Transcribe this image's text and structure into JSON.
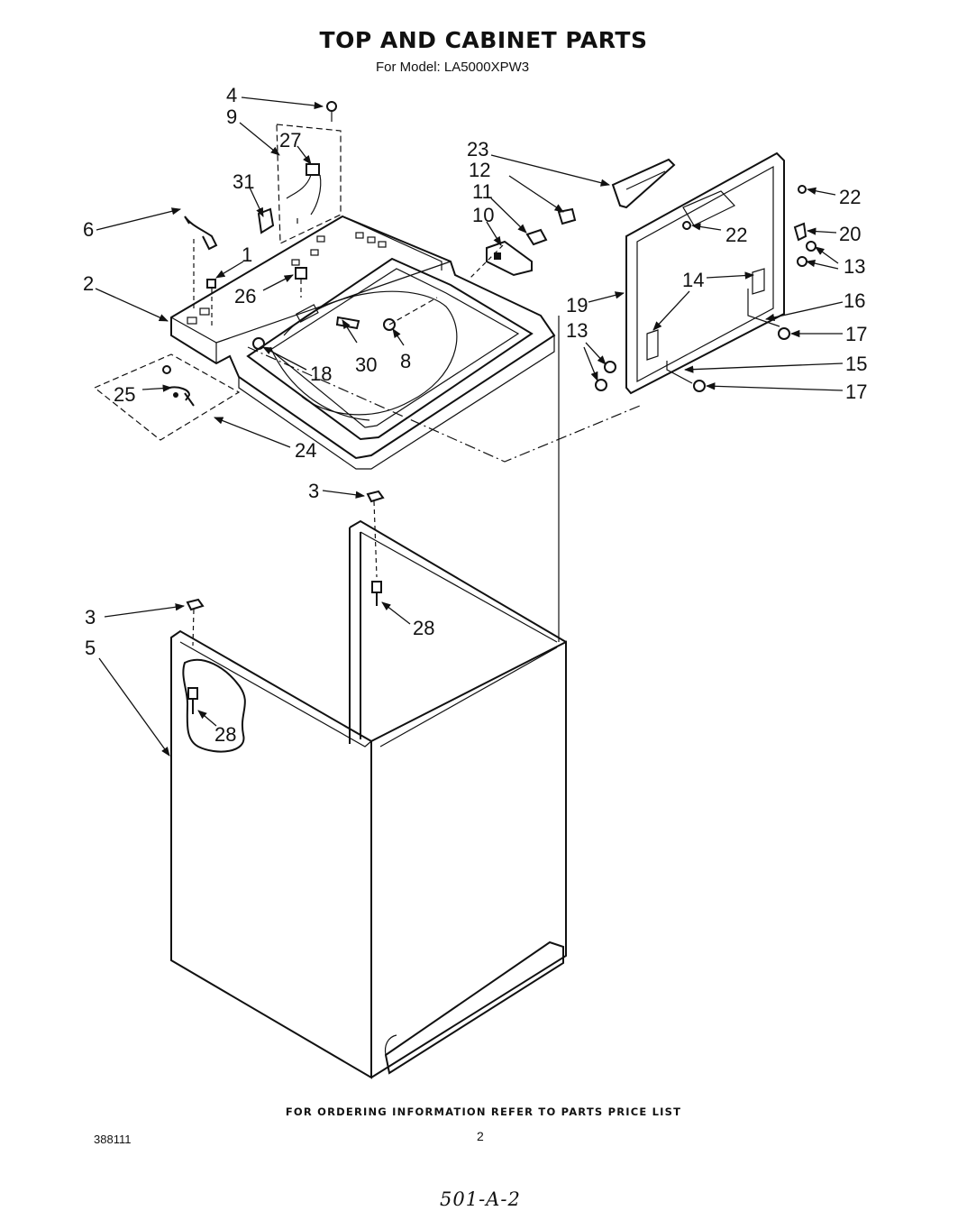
{
  "header": {
    "title": "TOP AND CABINET PARTS",
    "model_line": "For Model: LA5000XPW3"
  },
  "callouts": [
    "4",
    "9",
    "27",
    "31",
    "6",
    "1",
    "2",
    "26",
    "23",
    "12",
    "11",
    "10",
    "22",
    "20",
    "13",
    "22",
    "19",
    "14",
    "16",
    "13",
    "17",
    "15",
    "17",
    "30",
    "8",
    "18",
    "25",
    "24",
    "3",
    "28",
    "3",
    "5",
    "28"
  ],
  "footer": {
    "ordering_note": "FOR ORDERING INFORMATION REFER TO PARTS PRICE LIST",
    "document_number": "388111",
    "page_number": "2",
    "handwritten_code": "501-A-2"
  }
}
